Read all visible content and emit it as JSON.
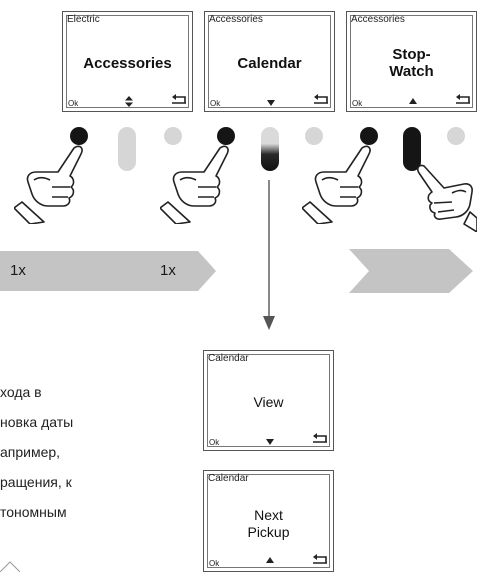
{
  "screens": {
    "s1": {
      "header": "Electric",
      "main": "Accessories",
      "ok": "Ok"
    },
    "s2": {
      "header": "Accessories",
      "main": "Calendar",
      "ok": "Ok"
    },
    "s3": {
      "header": "Accessories",
      "main_line1": "Stop-",
      "main_line2": "Watch",
      "ok": "Ok"
    },
    "s4": {
      "header": "Calendar",
      "main": "View",
      "ok": "Ok"
    },
    "s5": {
      "header": "Calendar",
      "main_line1": "Next",
      "main_line2": "Pickup",
      "ok": "Ok"
    }
  },
  "band": {
    "label1": "1x",
    "label2": "1x"
  },
  "body_text": [
    "хода в",
    "новка даты",
    "апример,",
    "ращения, к",
    "тономным"
  ],
  "colors": {
    "button_active": "#151515",
    "button_inactive": "#d6d6d6",
    "band": "#c4c4c4",
    "arrow": "#555555"
  }
}
